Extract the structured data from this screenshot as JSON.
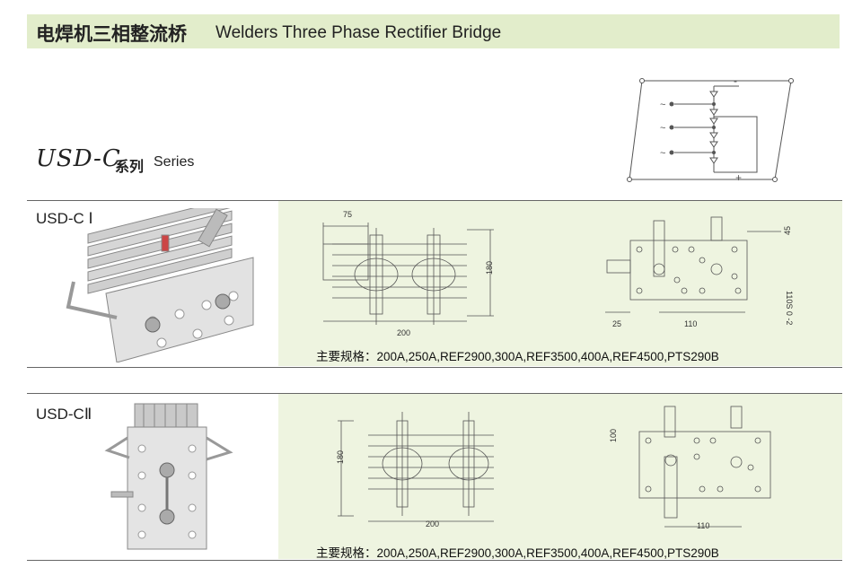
{
  "header": {
    "title_cn": "电焊机三相整流桥",
    "title_en": "Welders Three Phase Rectifier Bridge"
  },
  "series": {
    "mark": "USD-C",
    "label_cn": "系列",
    "label_en": "Series"
  },
  "schematic": {
    "minus": "-",
    "plus": "+",
    "ac": "~"
  },
  "products": [
    {
      "name": "USD-C Ⅰ",
      "dims": {
        "a": "75",
        "b": "180",
        "c": "200",
        "d": "45",
        "e": "110S 0 -2",
        "f": "25",
        "g": "110"
      },
      "spec": "主要规格：200A,250A,REF2900,300A,REF3500,400A,REF4500,PTS290B"
    },
    {
      "name": "USD-CⅡ",
      "dims": {
        "b": "180",
        "c": "200",
        "h": "100",
        "g": "110"
      },
      "spec": "主要规格：200A,250A,REF2900,300A,REF3500,400A,REF4500,PTS290B"
    }
  ],
  "colors": {
    "header_bg": "#e2edcb",
    "panel_bg": "#eef4e0"
  }
}
